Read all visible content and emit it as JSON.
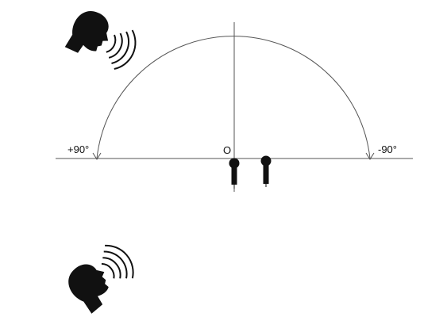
{
  "labels": {
    "left_angle": "+90°",
    "right_angle": "-90°",
    "origin": "O"
  },
  "colors": {
    "line": "#555555",
    "ink": "#111111"
  },
  "icons": {
    "speaker_top": "speaking-head-icon",
    "speaker_bottom": "speaking-head-icon",
    "microphones": "microphone-icon"
  }
}
